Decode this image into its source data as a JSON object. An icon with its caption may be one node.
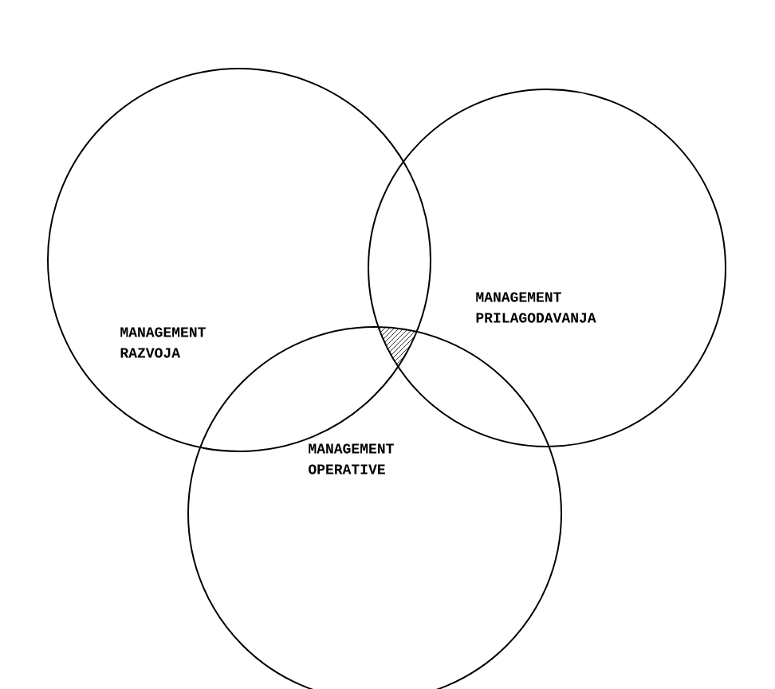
{
  "diagram": {
    "nodes": [
      {
        "text": [
          "MANAGEMENT RAZVOJA"
        ]
      },
      {
        "text": [
          "MANAGEMENT PRILAGODAVANJA"
        ]
      },
      {
        "text": [
          "MANAGEMENT OPERATIVE"
        ]
      }
    ]
  }
}
